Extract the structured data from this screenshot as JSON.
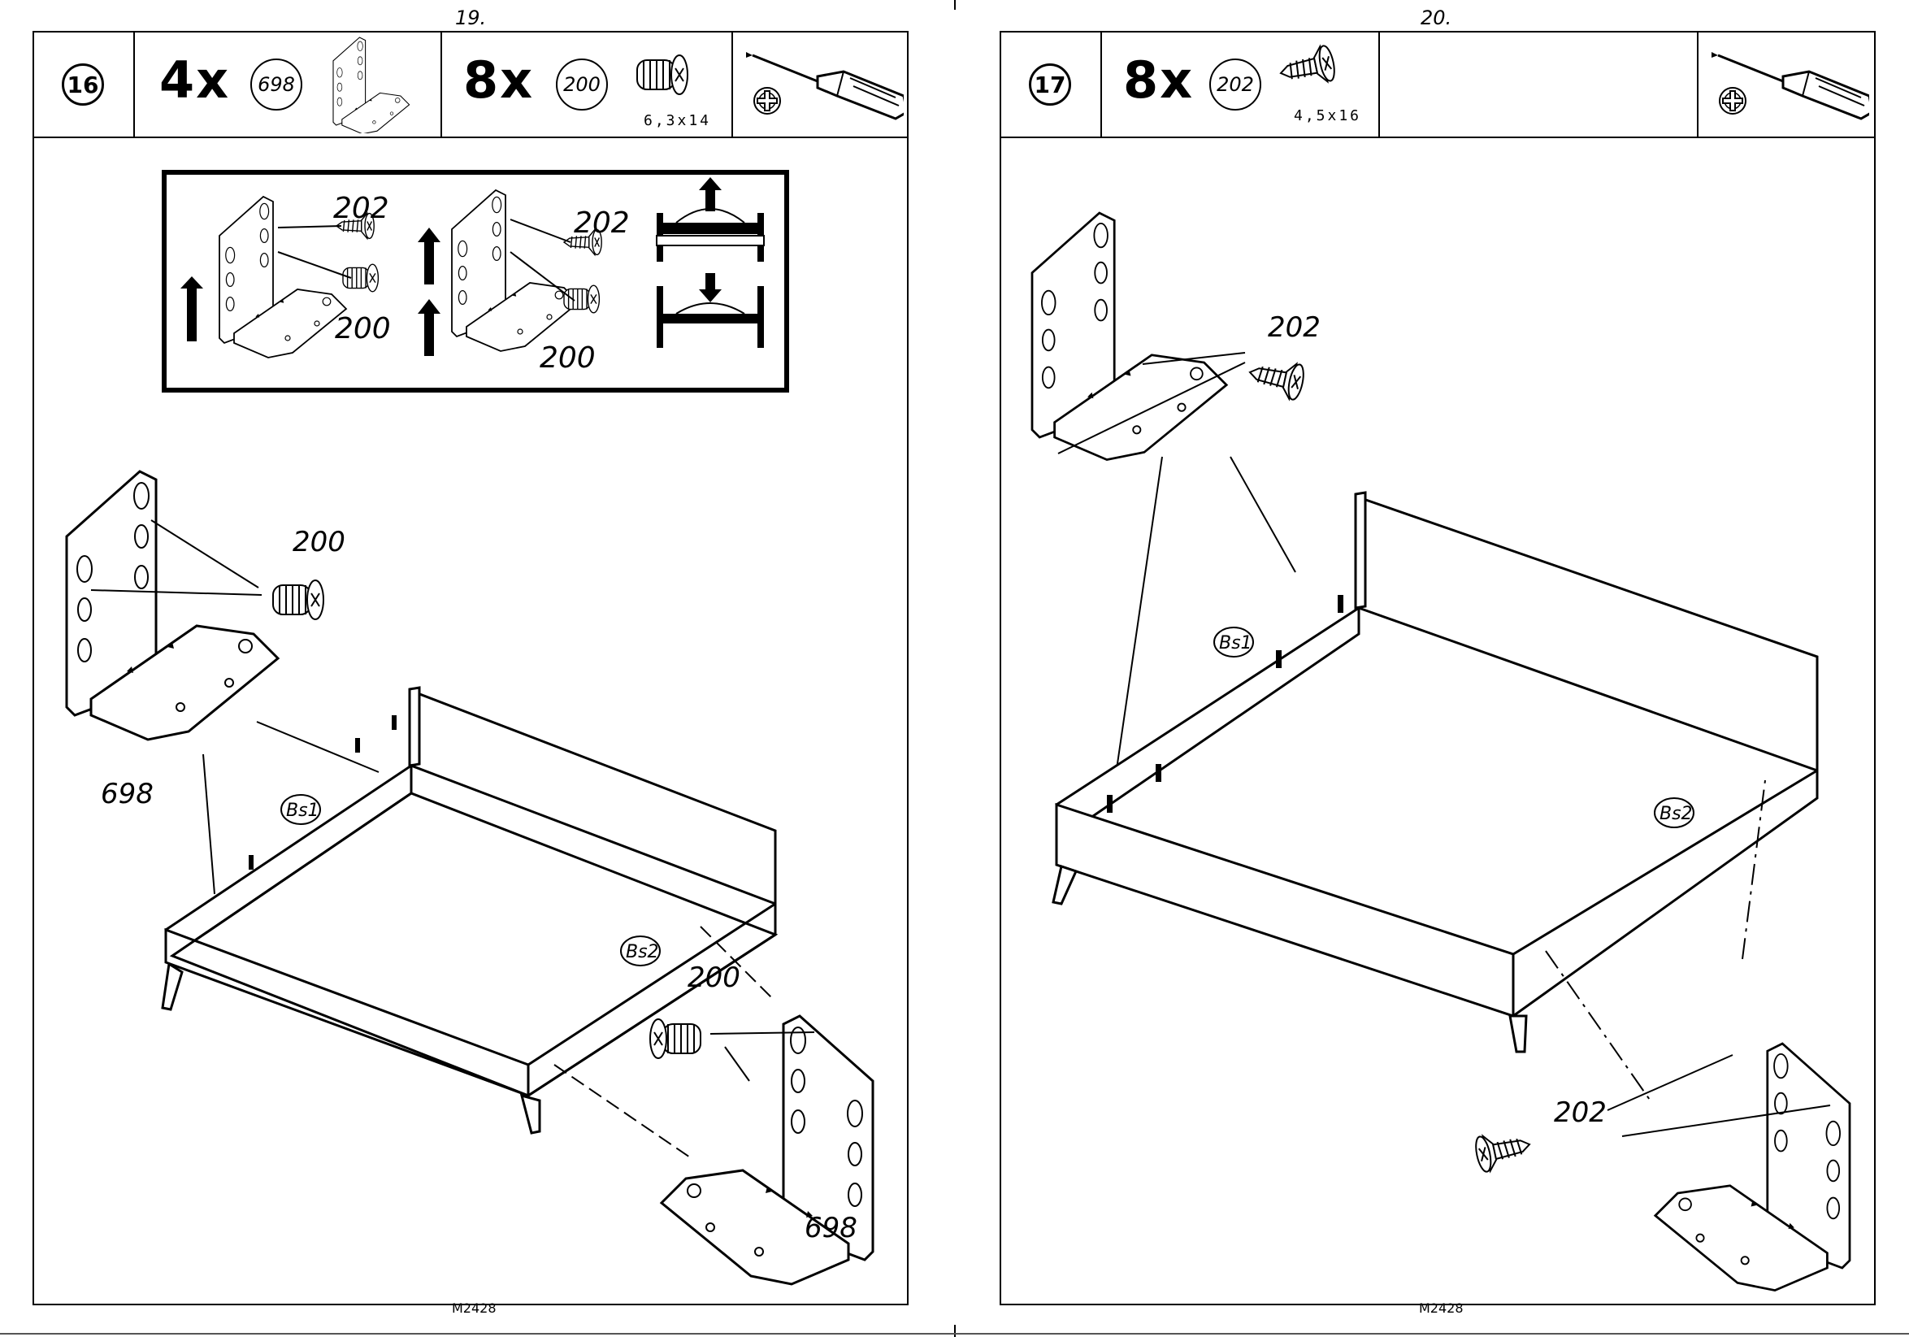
{
  "left_page": {
    "page_number": "19.",
    "footer_code": "M2428",
    "step": "16",
    "parts": [
      {
        "qty": "4x",
        "part": "698"
      },
      {
        "qty": "8x",
        "part": "200",
        "dimension": "6,3x14"
      }
    ],
    "detail_labels": {
      "screw_a": "202",
      "screw_b": "200",
      "screw_c": "202",
      "screw_d": "200"
    },
    "callouts": {
      "screw_top": "200",
      "bracket_left": "698",
      "screw_bottom": "200",
      "bracket_right": "698",
      "panel_1": "Bs1",
      "panel_2": "Bs2"
    }
  },
  "right_page": {
    "page_number": "20.",
    "footer_code": "M2428",
    "step": "17",
    "parts": [
      {
        "qty": "8x",
        "part": "202",
        "dimension": "4,5x16"
      }
    ],
    "callouts": {
      "screw_top": "202",
      "screw_bottom": "202",
      "panel_1": "Bs1",
      "panel_2": "Bs2"
    }
  },
  "icons": [
    "phillips-screwdriver-icon",
    "phillips-head-icon"
  ]
}
